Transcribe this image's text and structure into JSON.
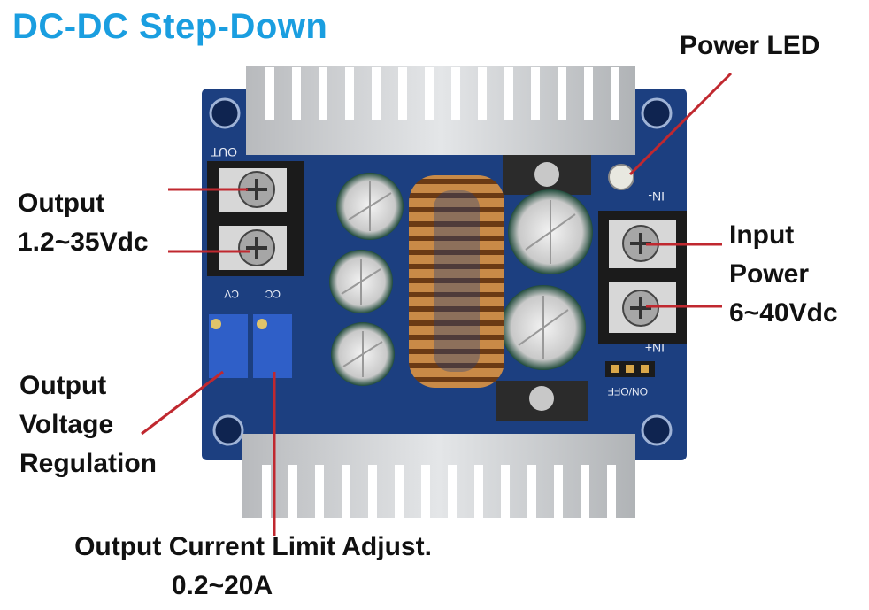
{
  "title": "DC-DC Step-Down",
  "labels": {
    "power_led": "Power LED",
    "output": {
      "line1": "Output",
      "line2": "1.2~35Vdc"
    },
    "input": {
      "line1": "Input",
      "line2": "Power",
      "line3": "6~40Vdc"
    },
    "voltage_reg": {
      "line1": "Output",
      "line2": "Voltage",
      "line3": "Regulation"
    },
    "current_limit": {
      "line1": "Output Current Limit Adjust.",
      "line2": "0.2~20A"
    }
  },
  "board_markings": {
    "out": "OUT",
    "in_top": "IN-",
    "in_bottom": "IN+",
    "cv": "CV",
    "cc": "CC",
    "onoff": "ON/OFF"
  },
  "colors": {
    "title": "#1a9ee0",
    "pcb": "#1c3f80",
    "heatsink": "#d4d6d8",
    "leader_line": "#c0282f",
    "coil": "#c07a3a"
  }
}
